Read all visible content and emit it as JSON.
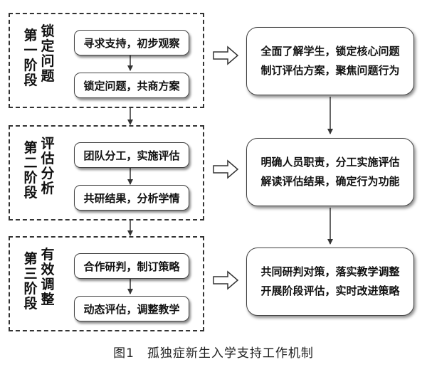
{
  "phases": [
    {
      "name": "第一阶段",
      "label": "锁定问题",
      "steps": [
        "寻求支持，初步观察",
        "锁定问题，共商方案"
      ],
      "result": [
        "全面了解学生，锁定核心问题",
        "制订评估方案，聚焦问题行为"
      ]
    },
    {
      "name": "第二阶段",
      "label": "评估分析",
      "steps": [
        "团队分工，实施评估",
        "共研结果，分析学情"
      ],
      "result": [
        "明确人员职责，分工实施评估",
        "解读评估结果，确定行为功能"
      ]
    },
    {
      "name": "第三阶段",
      "label": "有效调整",
      "steps": [
        "合作研判，制订策略",
        "动态评估，调整教学"
      ],
      "result": [
        "共同研判对策，落实教学调整",
        "开展阶段评估，实时改进策略"
      ]
    }
  ],
  "caption": {
    "number": "图1",
    "title": "孤独症新生入学支持工作机制"
  }
}
